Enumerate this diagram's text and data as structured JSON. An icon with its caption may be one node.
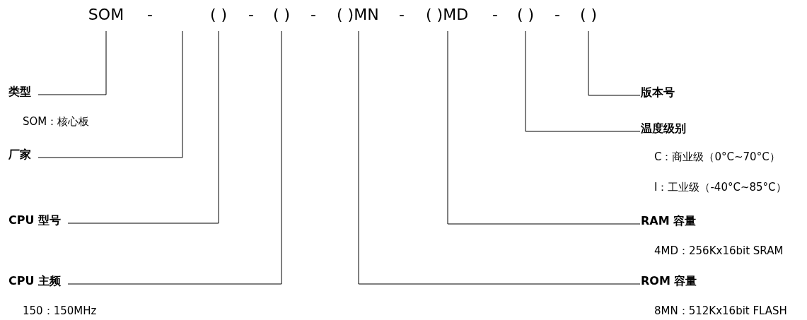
{
  "diagram": {
    "nodes": [
      {
        "text": [
          "SOM"
        ]
      },
      {
        "text": [
          "( )"
        ]
      },
      {
        "text": [
          "( )"
        ]
      },
      {
        "text": [
          "( )MN"
        ]
      },
      {
        "text": [
          "( )MD"
        ]
      },
      {
        "text": [
          "( )"
        ]
      },
      {
        "text": [
          "( )"
        ]
      },
      {
        "text": [
          "类型"
        ],
        "beside": [
          "SOM：核心板"
        ]
      },
      {
        "text": [
          "厂家"
        ]
      },
      {
        "text": [
          "CPU 型号"
        ]
      },
      {
        "text": [
          "CPU 主频"
        ],
        "beside": [
          "150：150MHz"
        ]
      },
      {
        "text": [
          "版本号"
        ]
      },
      {
        "text": [
          "温度级别"
        ],
        "beside": [
          "C：商业级（0°C~70°C）",
          "I：工业级（-40°C~85°C）"
        ]
      },
      {
        "text": [
          "RAM 容量"
        ],
        "beside": [
          "4MD：256Kx16bit SRAM"
        ]
      },
      {
        "text": [
          "ROM 容量"
        ],
        "beside": [
          "8MN：512Kx16bit FLASH"
        ]
      }
    ],
    "edges": [
      {
        "from": 0,
        "to": 7,
        "arrow": "none"
      },
      {
        "from": null,
        "to": 8,
        "arrow": "none"
      },
      {
        "from": 1,
        "to": 9,
        "arrow": "none"
      },
      {
        "from": 2,
        "to": 10,
        "arrow": "none"
      },
      {
        "from": 3,
        "to": 14,
        "arrow": "none"
      },
      {
        "from": 4,
        "to": 13,
        "arrow": "none"
      },
      {
        "from": 5,
        "to": 12,
        "arrow": "none"
      },
      {
        "from": 6,
        "to": 11,
        "arrow": "none"
      }
    ],
    "labels": [
      "-",
      "-",
      "-",
      "-",
      "-",
      "-"
    ]
  }
}
